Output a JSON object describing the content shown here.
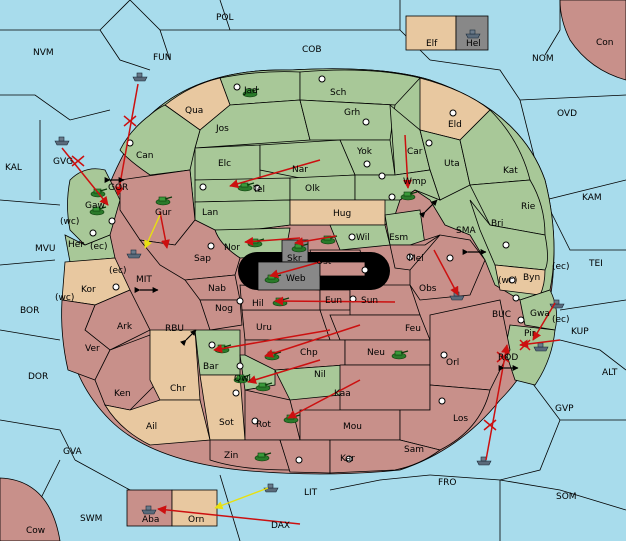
{
  "board": {
    "colors": {
      "sea": "#a8dcec",
      "green": "#a8c898",
      "red": "#c8908a",
      "tan": "#e8c8a0",
      "gray": "#888888",
      "black": "#000000",
      "order": "#cc1010",
      "support": "#e8e010"
    },
    "sea_labels": [
      {
        "id": "pol",
        "text": "POL"
      },
      {
        "id": "nvm",
        "text": "NVM"
      },
      {
        "id": "fun",
        "text": "FUN"
      },
      {
        "id": "cob",
        "text": "COB"
      },
      {
        "id": "nom",
        "text": "NOM"
      },
      {
        "id": "ovd",
        "text": "OVD"
      },
      {
        "id": "kal",
        "text": "KAL"
      },
      {
        "id": "kam",
        "text": "KAM"
      },
      {
        "id": "gor",
        "text": "GOR"
      },
      {
        "id": "sma",
        "text": "SMA"
      },
      {
        "id": "mvu",
        "text": "MVU"
      },
      {
        "id": "tei",
        "text": "TEI"
      },
      {
        "id": "mit",
        "text": "MIT"
      },
      {
        "id": "bor",
        "text": "BOR"
      },
      {
        "id": "buc",
        "text": "BUC"
      },
      {
        "id": "kup",
        "text": "KUP"
      },
      {
        "id": "rbu",
        "text": "RBU"
      },
      {
        "id": "dor",
        "text": "DOR"
      },
      {
        "id": "rod",
        "text": "ROD"
      },
      {
        "id": "alt",
        "text": "ALT"
      },
      {
        "id": "gvp",
        "text": "GVP"
      },
      {
        "id": "gva",
        "text": "GVA"
      },
      {
        "id": "fro",
        "text": "FRO"
      },
      {
        "id": "som",
        "text": "SOM"
      },
      {
        "id": "lit",
        "text": "LIT"
      },
      {
        "id": "swm",
        "text": "SWM"
      },
      {
        "id": "dax",
        "text": "DAX"
      }
    ],
    "land_labels": [
      {
        "id": "elf",
        "text": "Elf"
      },
      {
        "id": "hel",
        "text": "Hel"
      },
      {
        "id": "con",
        "text": "Con"
      },
      {
        "id": "jad",
        "text": "Jad"
      },
      {
        "id": "sch",
        "text": "Sch"
      },
      {
        "id": "qua",
        "text": "Qua"
      },
      {
        "id": "jos",
        "text": "Jos"
      },
      {
        "id": "grh",
        "text": "Grh"
      },
      {
        "id": "eld",
        "text": "Eld"
      },
      {
        "id": "can",
        "text": "Can"
      },
      {
        "id": "gvg",
        "text": "GVG"
      },
      {
        "id": "yok",
        "text": "Yok"
      },
      {
        "id": "car",
        "text": "Car"
      },
      {
        "id": "uta",
        "text": "Uta"
      },
      {
        "id": "elc",
        "text": "Elc"
      },
      {
        "id": "nar",
        "text": "Nar"
      },
      {
        "id": "kat",
        "text": "Kat"
      },
      {
        "id": "tel",
        "text": "Tel"
      },
      {
        "id": "olk",
        "text": "Olk"
      },
      {
        "id": "wmp",
        "text": "Wmp"
      },
      {
        "id": "gaw",
        "text": "Gaw"
      },
      {
        "id": "gur",
        "text": "Gur"
      },
      {
        "id": "lan",
        "text": "Lan"
      },
      {
        "id": "hug",
        "text": "Hug"
      },
      {
        "id": "rie",
        "text": "Rie"
      },
      {
        "id": "bri",
        "text": "Bri"
      },
      {
        "id": "esm",
        "text": "Esm"
      },
      {
        "id": "wil",
        "text": "Wil"
      },
      {
        "id": "nor",
        "text": "Nor"
      },
      {
        "id": "skr",
        "text": "Skr"
      },
      {
        "id": "her",
        "text": "Her"
      },
      {
        "id": "wc1",
        "text": "(wc)"
      },
      {
        "id": "ec1",
        "text": "(ec)"
      },
      {
        "id": "sap",
        "text": "Sap"
      },
      {
        "id": "web",
        "text": "Web"
      },
      {
        "id": "ost",
        "text": "Ost"
      },
      {
        "id": "mel",
        "text": "Mel"
      },
      {
        "id": "byn",
        "text": "Byn"
      },
      {
        "id": "ec2",
        "text": "(ec)"
      },
      {
        "id": "wc2",
        "text": "(wc)"
      },
      {
        "id": "kor",
        "text": "Kor"
      },
      {
        "id": "ec3",
        "text": "(ec)"
      },
      {
        "id": "wc3",
        "text": "(wc)"
      },
      {
        "id": "nab",
        "text": "Nab"
      },
      {
        "id": "obs",
        "text": "Obs"
      },
      {
        "id": "eun",
        "text": "Eun"
      },
      {
        "id": "sun",
        "text": "Sun"
      },
      {
        "id": "hil",
        "text": "Hil"
      },
      {
        "id": "gwa",
        "text": "Gwa"
      },
      {
        "id": "ec4",
        "text": "(ec)"
      },
      {
        "id": "nog",
        "text": "Nog"
      },
      {
        "id": "ark",
        "text": "Ark"
      },
      {
        "id": "uru",
        "text": "Uru"
      },
      {
        "id": "feu",
        "text": "Feu"
      },
      {
        "id": "pir",
        "text": "Pir"
      },
      {
        "id": "ver",
        "text": "Ver"
      },
      {
        "id": "chp",
        "text": "Chp"
      },
      {
        "id": "neu",
        "text": "Neu"
      },
      {
        "id": "bar",
        "text": "Bar"
      },
      {
        "id": "orl",
        "text": "Orl"
      },
      {
        "id": "qwi",
        "text": "Qwi"
      },
      {
        "id": "nil",
        "text": "Nil"
      },
      {
        "id": "chr",
        "text": "Chr"
      },
      {
        "id": "ken",
        "text": "Ken"
      },
      {
        "id": "kaa",
        "text": "Kaa"
      },
      {
        "id": "rot",
        "text": "Rot"
      },
      {
        "id": "sot",
        "text": "Sot"
      },
      {
        "id": "ail",
        "text": "Ail"
      },
      {
        "id": "mou",
        "text": "Mou"
      },
      {
        "id": "los",
        "text": "Los"
      },
      {
        "id": "zin",
        "text": "Zin"
      },
      {
        "id": "kar",
        "text": "Kar"
      },
      {
        "id": "sam",
        "text": "Sam"
      },
      {
        "id": "aba",
        "text": "Aba"
      },
      {
        "id": "orn",
        "text": "Orn"
      },
      {
        "id": "cow",
        "text": "Cow"
      }
    ]
  }
}
